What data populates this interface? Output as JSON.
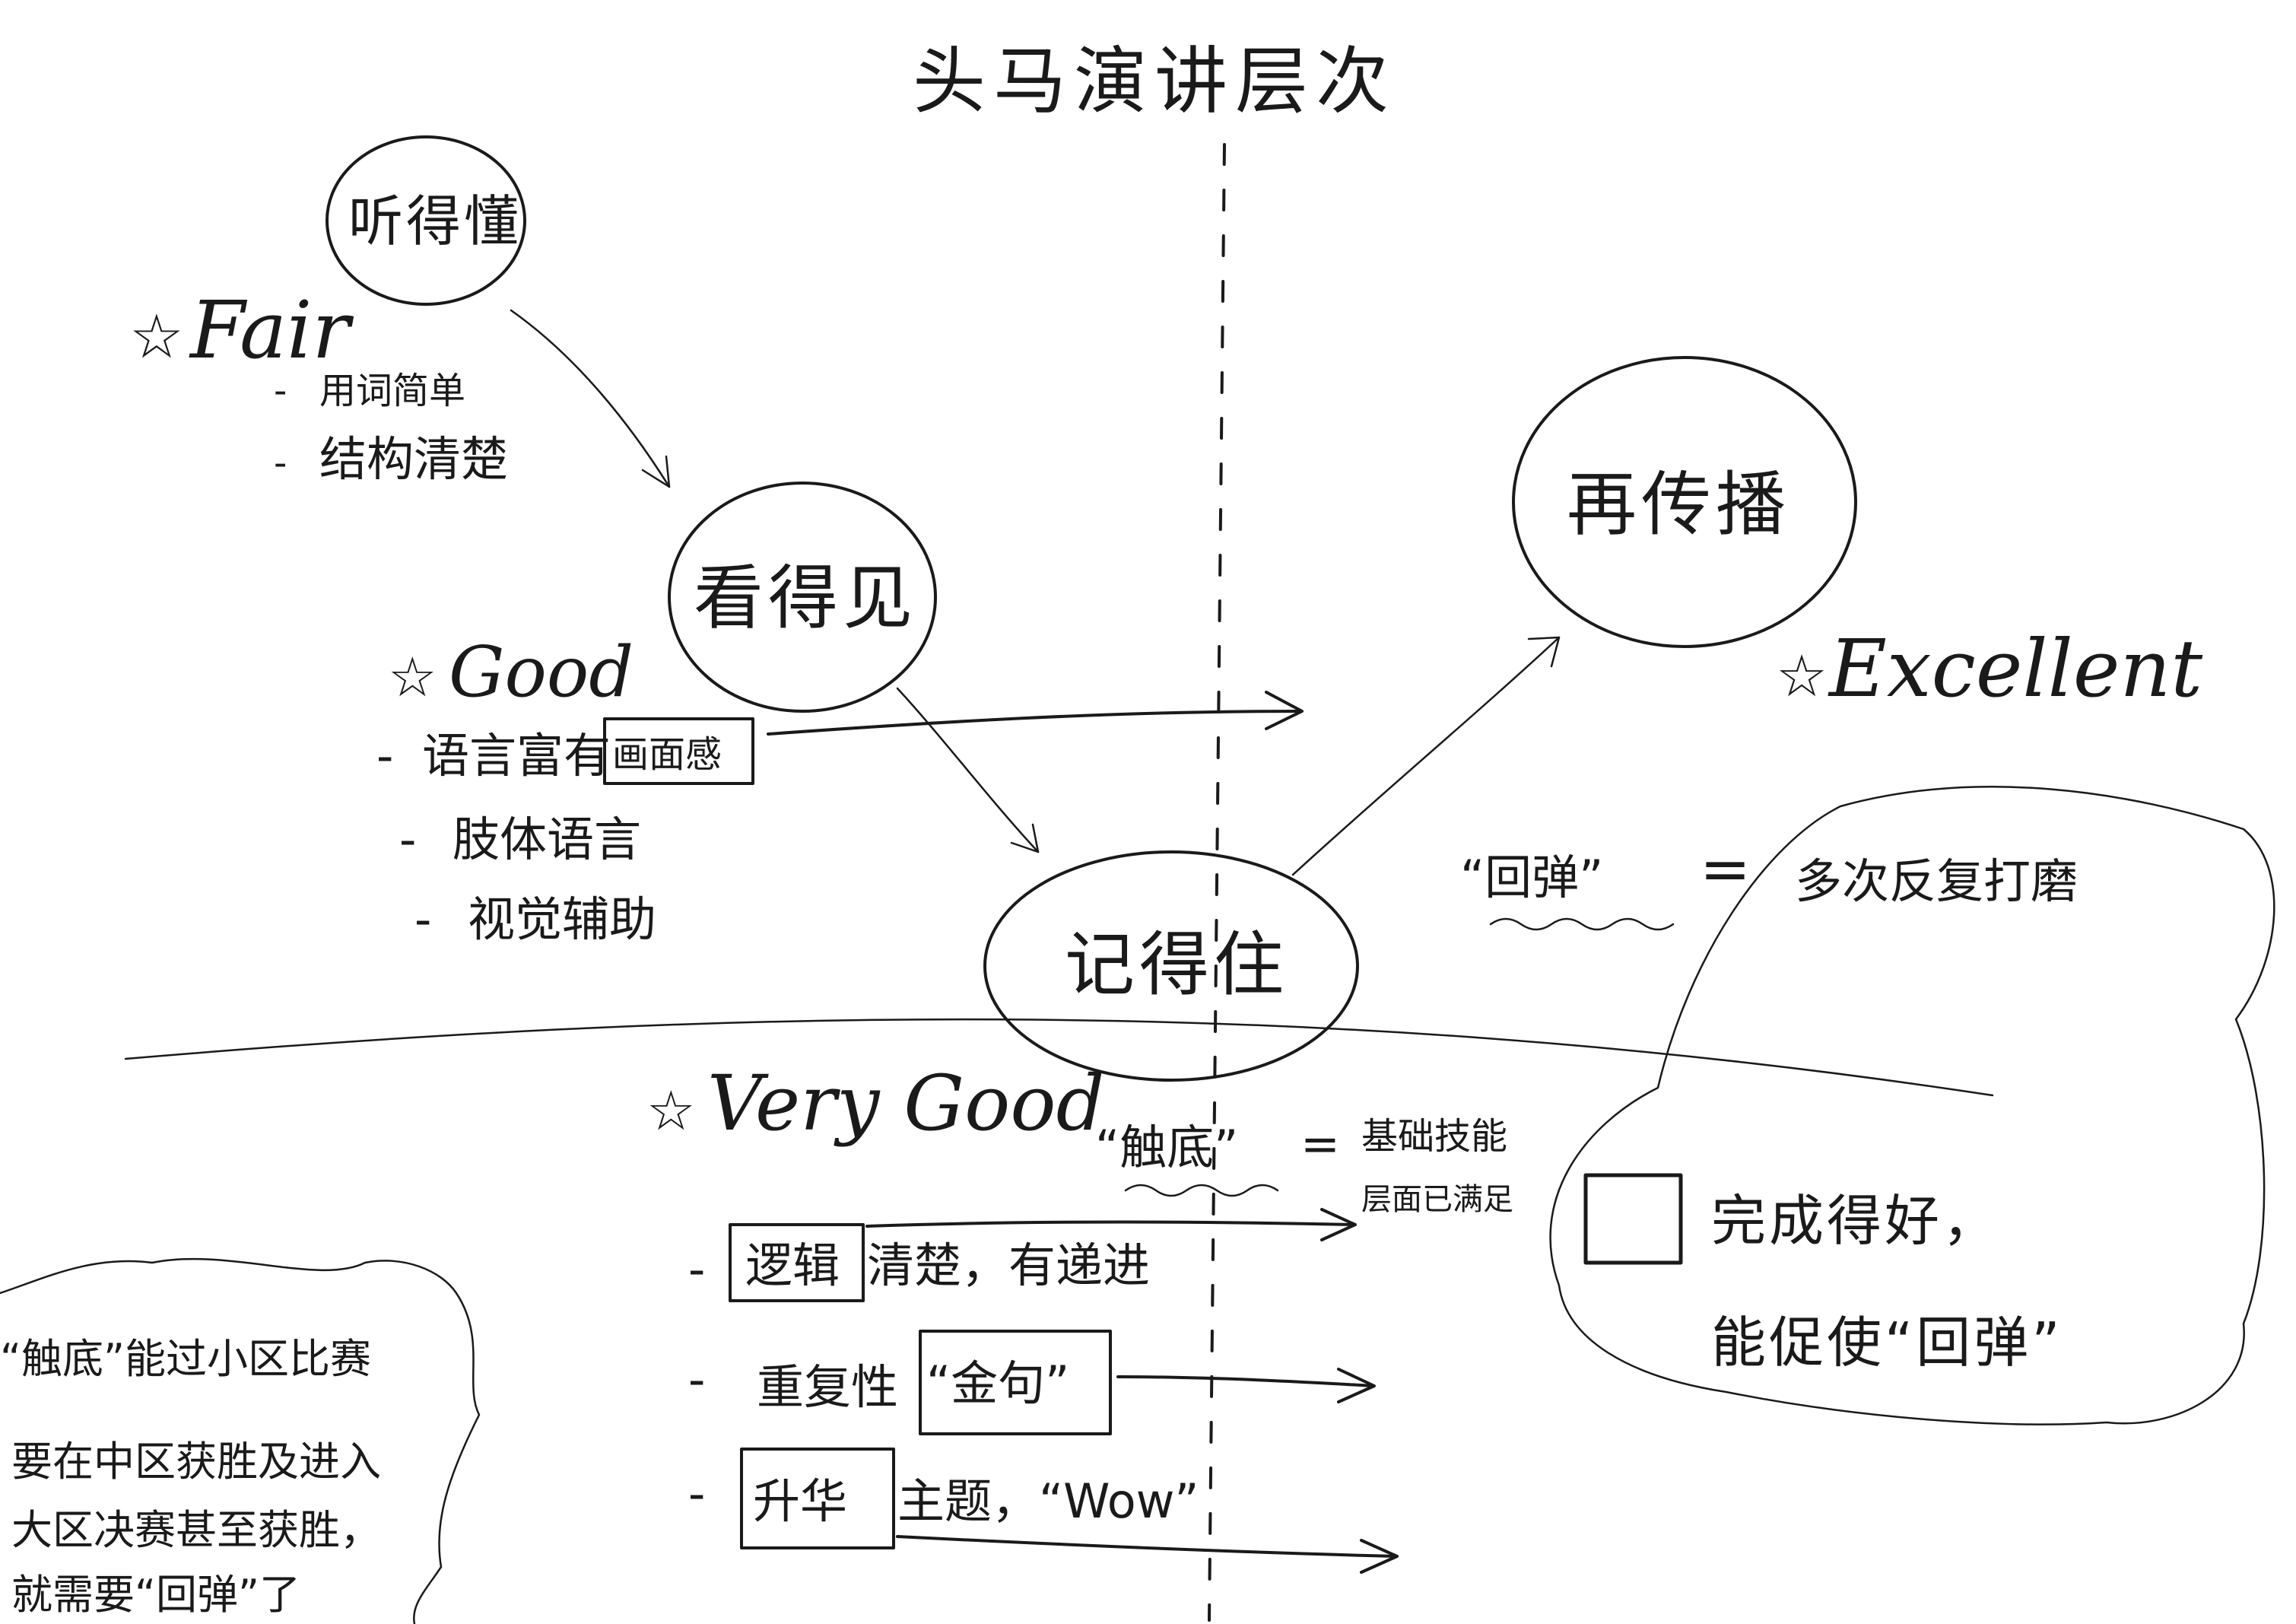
{
  "title": "头马演讲层次",
  "nodes": {
    "understand": "听得懂",
    "see": "看得见",
    "remember": "记得住",
    "spread": "再传播"
  },
  "ratings": {
    "fair": "Fair",
    "good": "Good",
    "very_good": "Very Good",
    "excellent": "Excellent"
  },
  "star": "☆",
  "dash": "-",
  "fair_items": [
    "用词简单",
    "结构清楚"
  ],
  "good_items": {
    "item1_prefix": "语言富有",
    "item1_boxed": "画面感",
    "item2": "肢体语言",
    "item3": "视觉辅助"
  },
  "very_good_items": {
    "item1_boxed": "逻辑",
    "item1_rest": "清楚，有递进",
    "item2_prefix": "重复性",
    "item2_boxed": "“金句”",
    "item3_boxed": "升华",
    "item3_rest": "主题，“Wow”"
  },
  "touch_bottom": {
    "term": "“触底”",
    "equals": "=",
    "line1": "基础技能",
    "line2": "层面已满足"
  },
  "rebound": {
    "term": "“回弹”",
    "equals": "=",
    "definition": "多次反复打磨"
  },
  "excellent_note": {
    "line1": "完成得好，",
    "line2": "能促使“回弹”"
  },
  "left_note": {
    "line1": "“触底”能过小区比赛",
    "line2": "要在中区获胜及进入",
    "line3": "大区决赛甚至获胜，",
    "line4": "就需要“回弹”了"
  }
}
